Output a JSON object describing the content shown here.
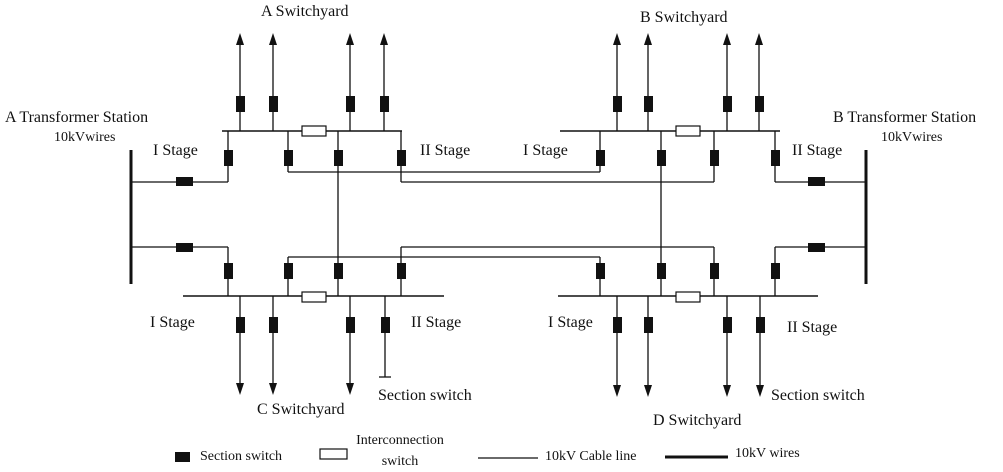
{
  "switchyards": {
    "a": "A Switchyard",
    "b": "B Switchyard",
    "c": "C Switchyard",
    "d": "D Switchyard"
  },
  "stations": {
    "a": {
      "name": "A Transformer Station",
      "wires": "10kVwires"
    },
    "b": {
      "name": "B Transformer Station",
      "wires": "10kVwires"
    }
  },
  "stages": {
    "stage_1": "I Stage",
    "stage_2": "II Stage"
  },
  "section_switch_label": "Section switch",
  "legend": {
    "section_switch": "Section switch",
    "interconnection_line1": "Interconnection",
    "interconnection_line2": "switch",
    "cable_line": "10kV Cable line",
    "wires": "10kV wires"
  },
  "colors": {
    "ink": "#111111",
    "background": "#ffffff"
  }
}
